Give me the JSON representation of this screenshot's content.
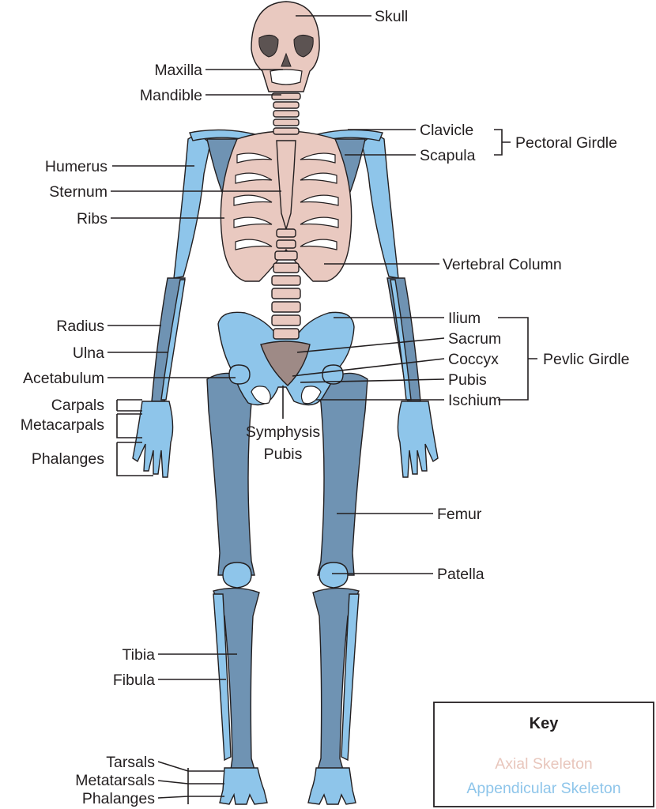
{
  "labels": {
    "skull": "Skull",
    "maxilla": "Maxilla",
    "mandible": "Mandible",
    "clavicle": "Clavicle",
    "scapula": "Scapula",
    "pectoral_girdle": "Pectoral Girdle",
    "humerus": "Humerus",
    "sternum": "Sternum",
    "ribs": "Ribs",
    "vertebral_column": "Vertebral Column",
    "ilium": "Ilium",
    "sacrum": "Sacrum",
    "coccyx": "Coccyx",
    "pubis": "Pubis",
    "ischium": "Ischium",
    "pelvic_girdle": "Pevlic Girdle",
    "radius": "Radius",
    "ulna": "Ulna",
    "acetabulum": "Acetabulum",
    "carpals": "Carpals",
    "metacarpals": "Metacarpals",
    "phalanges_hand": "Phalanges",
    "symphysis_1": "Symphysis",
    "symphysis_2": "Pubis",
    "femur": "Femur",
    "patella": "Patella",
    "tibia": "Tibia",
    "fibula": "Fibula",
    "tarsals": "Tarsals",
    "metatarsals": "Metatarsals",
    "phalanges_foot": "Phalanges"
  },
  "key": {
    "title": "Key",
    "axial": "Axial Skeleton",
    "appendicular": "Appendicular Skeleton"
  },
  "colors": {
    "axial": "#e9c9c0",
    "appendicular_light": "#8ec5ea",
    "appendicular_dark": "#6f93b3",
    "line": "#231f20"
  }
}
